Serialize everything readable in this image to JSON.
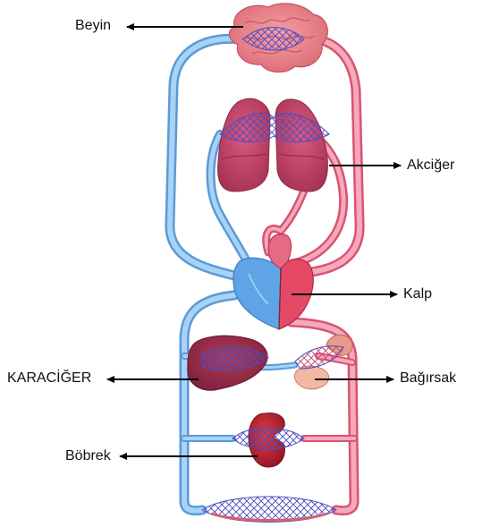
{
  "labels": {
    "brain": "Beyin",
    "lungs": "Akciğer",
    "heart": "Kalp",
    "liver": "KARACİĞER",
    "intestine": "Bağırsak",
    "kidney": "Böbrek"
  },
  "colors": {
    "vein_blue": "#8cc3f0",
    "artery_pink": "#ef7f97",
    "organ_dark": "#b53b5f",
    "capillary": "#5a5ac8"
  }
}
